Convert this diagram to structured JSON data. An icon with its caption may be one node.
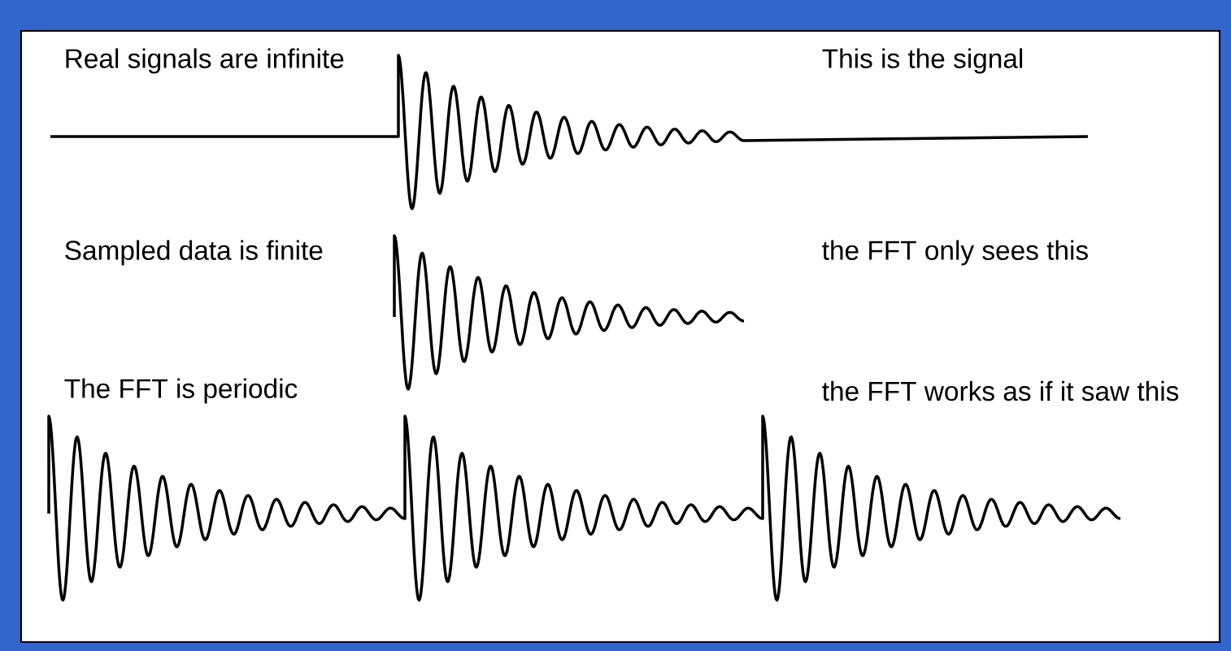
{
  "diagram": {
    "labels": [
      "Real signals are infinite",
      "This is the signal",
      "Sampled data is finite",
      "the FFT only sees this",
      "The FFT is periodic",
      "the FFT works as if it saw this"
    ]
  }
}
